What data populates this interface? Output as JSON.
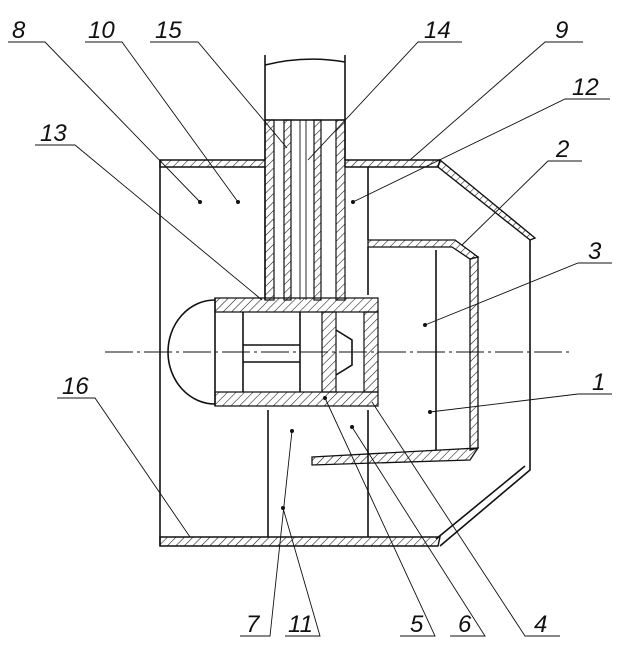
{
  "labels": {
    "l8": "8",
    "l10": "10",
    "l15": "15",
    "l14": "14",
    "l9": "9",
    "l12": "12",
    "l13": "13",
    "l2": "2",
    "l3": "3",
    "l1": "1",
    "l16": "16",
    "l7": "7",
    "l11": "11",
    "l5": "5",
    "l6": "6",
    "l4": "4"
  }
}
